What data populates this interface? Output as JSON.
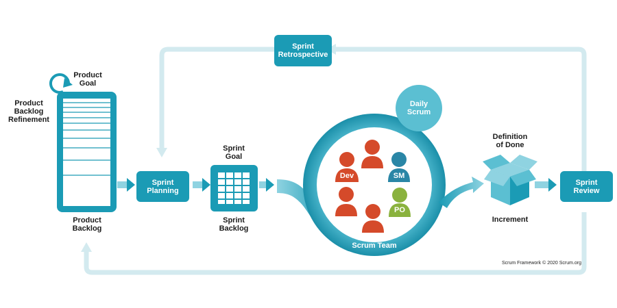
{
  "labels": {
    "product_goal": [
      "Product",
      "Goal"
    ],
    "product_backlog_refinement": [
      "Product",
      "Backlog",
      "Refinement"
    ],
    "product_backlog": [
      "Product",
      "Backlog"
    ],
    "sprint_planning": [
      "Sprint",
      "Planning"
    ],
    "sprint_goal": [
      "Sprint",
      "Goal"
    ],
    "sprint_backlog": [
      "Sprint",
      "Backlog"
    ],
    "daily_scrum": [
      "Daily",
      "Scrum"
    ],
    "scrum_team": "Scrum Team",
    "definition_of_done": [
      "Definition",
      "of Done"
    ],
    "increment": "Increment",
    "sprint_review": [
      "Sprint",
      "Review"
    ],
    "sprint_retrospective": [
      "Sprint",
      "Retrospective"
    ],
    "credit": "Scrum Framework © 2020 Scrum.org"
  },
  "team": {
    "dev": "Dev",
    "sm": "SM",
    "po": "PO"
  },
  "colors": {
    "teal": "#1b9bb5",
    "light_teal": "#5bbfd2",
    "pale": "#d3eaef",
    "orange": "#d54a2a",
    "sm_blue": "#2a86a6",
    "po_green": "#8ab23e"
  }
}
